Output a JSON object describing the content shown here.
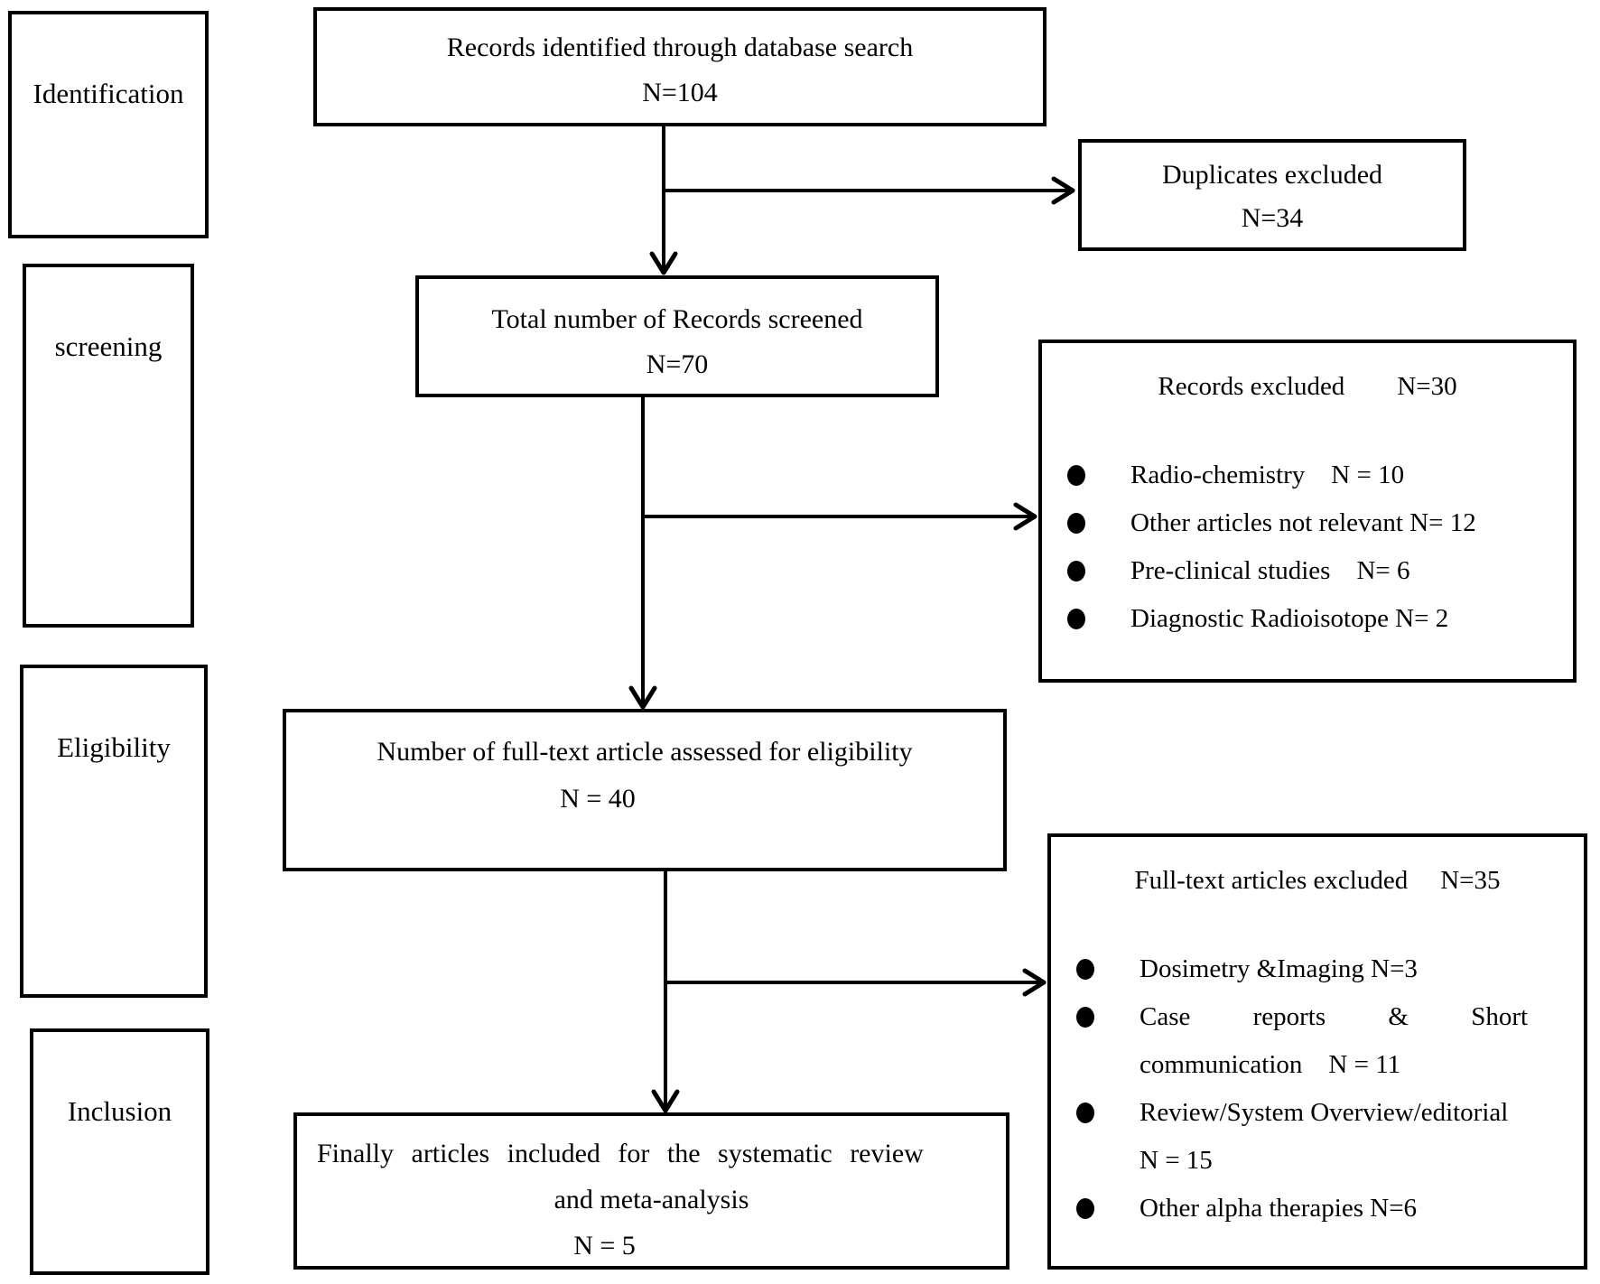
{
  "stages": {
    "identification": "Identification",
    "screening": "screening",
    "eligibility": "Eligibility",
    "inclusion": "Inclusion"
  },
  "flow": {
    "identified": {
      "text": "Records identified through database search",
      "n": "N=104"
    },
    "screened": {
      "text": "Total number of Records screened",
      "n": "N=70"
    },
    "assessed": {
      "text": "Number of full-text article assessed for eligibility",
      "n": "N = 40"
    },
    "included": {
      "line1": "Finally articles included for the systematic review",
      "line2": "and meta-analysis",
      "n": "N = 5"
    }
  },
  "exclusions": {
    "duplicates": {
      "text": "Duplicates excluded",
      "n": "N=34"
    },
    "records": {
      "title": "Records excluded",
      "n": "N=30",
      "bullets": [
        {
          "line1": "Radio-chemistry    N = 10"
        },
        {
          "line1": "Other articles not relevant N= 12"
        },
        {
          "line1": "Pre-clinical studies    N= 6"
        },
        {
          "line1": "Diagnostic Radioisotope N= 2"
        }
      ]
    },
    "fulltext": {
      "title": "Full-text articles excluded",
      "n": "N=35",
      "bullets": [
        {
          "line1": "Dosimetry &Imaging N=3"
        },
        {
          "line1": "Case reports & Short",
          "line2": "communication    N = 11"
        },
        {
          "line1": "Review/System Overview/editorial",
          "line2": "N = 15"
        },
        {
          "line1": "Other alpha therapies N=6"
        }
      ]
    }
  }
}
